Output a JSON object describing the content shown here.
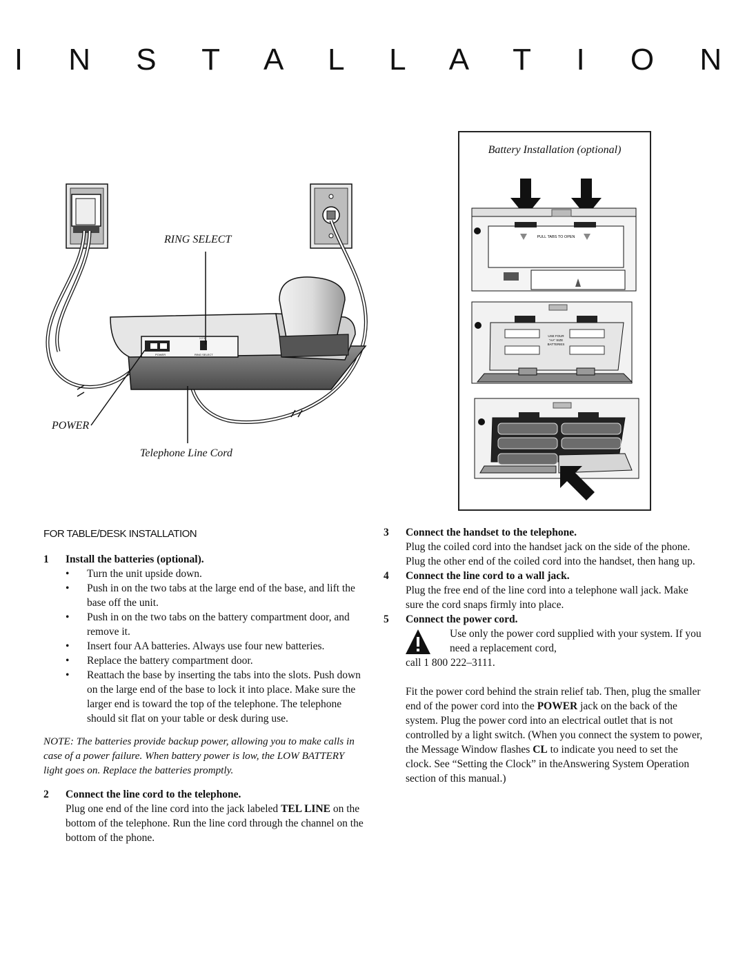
{
  "page_title": "I N S T A L L A T I O N",
  "figure_phone": {
    "ring_select_label": "RING SELECT",
    "power_label": "POWER",
    "line_cord_label": "Telephone Line Cord",
    "power_jack_text": "POWER",
    "ring_select_switch_text": "RING SELECT",
    "switch_numbers": "1 2 3"
  },
  "figure_battery": {
    "caption": "Battery Installation (optional)",
    "pull_tabs_text": "PULL TABS TO OPEN",
    "use_four_line1": "USE FOUR",
    "use_four_line2": "\"AA\" SIZE",
    "use_four_line3": "BATTERIES"
  },
  "left_column": {
    "section_heading": "FOR TABLE/DESK INSTALLATION",
    "step1_num": "1",
    "step1_title": "Install the batteries (optional).",
    "bullets": [
      "Turn the unit upside down.",
      "Push in on the two tabs at the large end of the base, and lift the base off the unit.",
      "Push in on the two tabs on the battery compartment door, and remove it.",
      "Insert four AA batteries.  Always use four new batteries.",
      "Replace the battery compartment door.",
      "Reattach the base by inserting the tabs into the slots. Push down on the large end of the base to lock it into place.  Make sure the larger end is toward the top of the telephone.  The telephone should sit flat on your table or desk during use."
    ],
    "bullet_mark": "•",
    "note_label": "NOTE:",
    "note_text": " The batteries provide backup power, allowing you to make calls in case of a power failure.  When battery power is low, the LOW BATTERY light goes on.  Replace the batteries promptly.",
    "step2_num": "2",
    "step2_title": "Connect the line cord to the telephone.",
    "step2_text_a": "Plug one end of the line cord into the jack labeled ",
    "step2_bold": "TEL LINE",
    "step2_text_b": " on the bottom of the telephone.  Run the line cord through the channel on the bottom of the phone."
  },
  "right_column": {
    "step3_num": "3",
    "step3_title": "Connect the handset to the telephone.",
    "step3_text": "Plug the coiled cord into the handset jack on the side of the  phone.  Plug the other end of the coiled cord into the handset, then hang up.",
    "step4_num": "4",
    "step4_title": "Connect the line cord to a wall jack.",
    "step4_text": "Plug the free end of the line cord into a telephone wall jack.  Make sure the cord snaps firmly into place.",
    "step5_num": "5",
    "step5_title": "Connect the power cord.",
    "warning_text": "Use only the power cord supplied with your system.  If you need a replacement cord,",
    "call_text": "call 1 800 222–3111.",
    "p1": "Fit the power cord behind the strain relief tab.  Then, plug the smaller end of the power cord  into the ",
    "p1_bold1": "POWER",
    "p2": " jack on the back of the system.  Plug the power cord into an electrical outlet that is not controlled by a light switch.  (When you connect the system to power, the Message Window flashes ",
    "p2_bold": "CL",
    "p3": " to indicate you need to set the clock.  See “Setting the Clock” in theAnswering System Operation section of this manual.)"
  }
}
